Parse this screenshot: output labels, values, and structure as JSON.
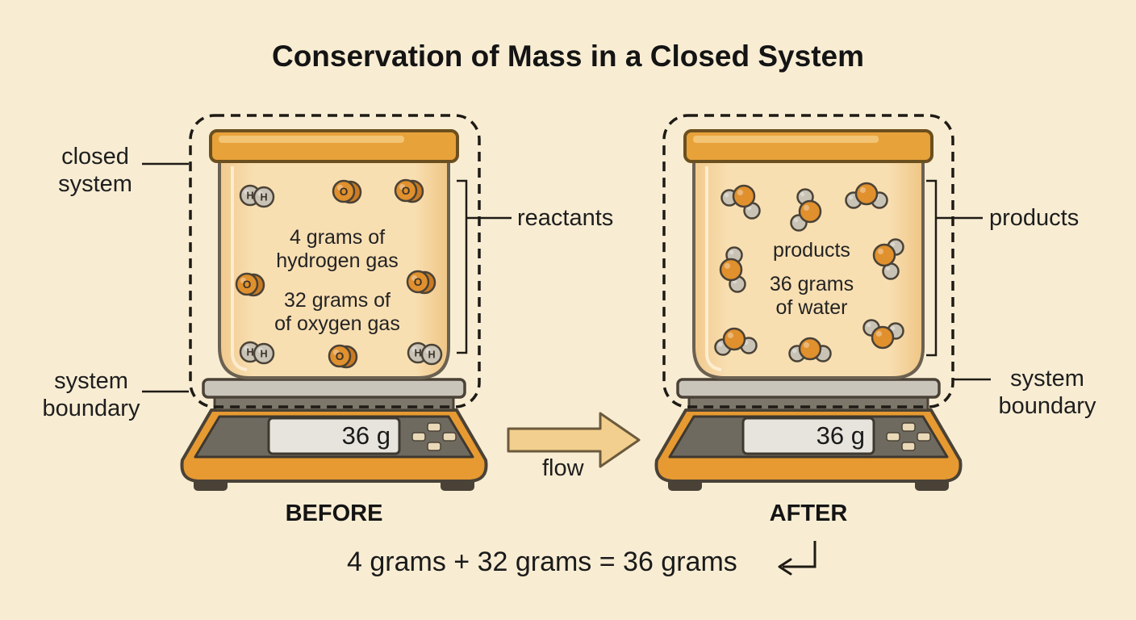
{
  "title": "Conservation of Mass in a Closed System",
  "colors": {
    "background": "#f8edd3",
    "jar_fill": "#f6d6a0",
    "lid": "#e8a23a",
    "scale_body": "#e69a31",
    "scale_panel": "#6f6a60",
    "display": "#e6e4dc",
    "oxygen_atom": "#e0902d",
    "hydrogen_atom": "#c9c3b6",
    "arrow": "#f2cf8e",
    "outline": "#4a4236"
  },
  "before": {
    "stage_label": "BEFORE",
    "callout_left_top": [
      "closed",
      "system"
    ],
    "callout_left_bottom": [
      "system",
      "boundary"
    ],
    "callout_right": "reactants",
    "contents_text": [
      "4 grams of",
      "hydrogen gas",
      "32 grams of",
      "of oxygen gas"
    ],
    "scale_reading": "36 g",
    "hydrogen_symbol": "H",
    "oxygen_symbol": "O"
  },
  "arrow_label": "flow",
  "after": {
    "stage_label": "AFTER",
    "callout_right_top": "products",
    "callout_right_bottom": [
      "system",
      "boundary"
    ],
    "contents_text": [
      "products",
      "36 grams",
      "of water"
    ],
    "scale_reading": "36 g"
  },
  "equation": "4 grams + 32 grams = 36 grams"
}
